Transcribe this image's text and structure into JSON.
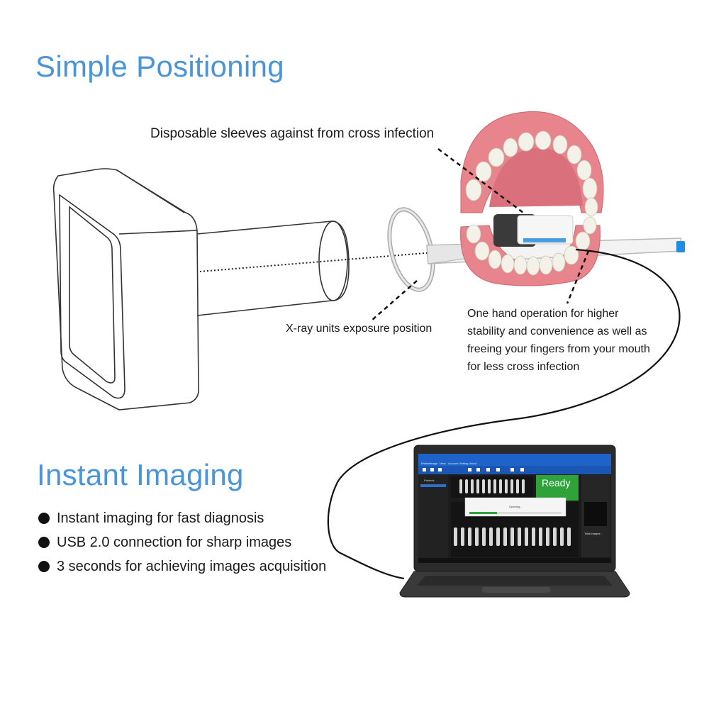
{
  "headings": {
    "positioning": "Simple Positioning",
    "imaging": "Instant Imaging"
  },
  "callouts": {
    "sleeves": "Disposable sleeves against from cross infection",
    "exposure": "X-ray units exposure position",
    "one_hand": [
      "One hand operation for higher",
      "stability and convenience as well as",
      "freeing your fingers from your mouth",
      "for less cross infection"
    ]
  },
  "features": [
    "Instant imaging for fast diagnosis",
    "USB 2.0 connection for sharp images",
    "3 seconds for achieving images acquisition"
  ],
  "screen": {
    "status": "Ready",
    "patients_label": "Patients",
    "total_images_label": "Total images :",
    "dialog_text": "Opening...",
    "progress": 0.3,
    "menu": [
      "Patient",
      "Image",
      "View",
      "Account",
      "Setting",
      "About"
    ]
  },
  "colors": {
    "heading": "#4a94d8",
    "ready_green": "#2fa33a",
    "screen_titlebar": "#1d63c9",
    "gum_pink": "#e8848c"
  }
}
